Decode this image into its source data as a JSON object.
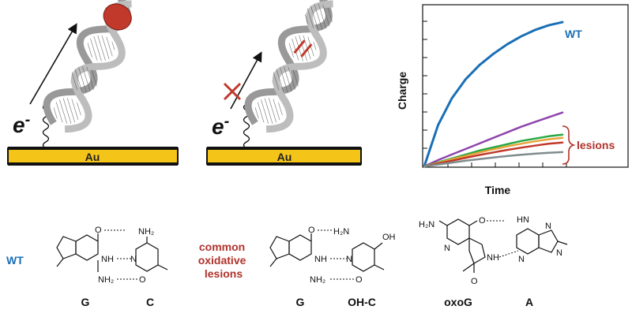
{
  "panels": {
    "left": {
      "electron": "e",
      "electron_sup": "-",
      "electrode": "Au"
    },
    "middle": {
      "electron": "e",
      "electron_sup": "-",
      "electrode": "Au"
    }
  },
  "chart_data": {
    "type": "line",
    "xlabel": "Time",
    "ylabel": "Charge",
    "x": [
      0,
      0.1,
      0.2,
      0.3,
      0.4,
      0.5,
      0.6,
      0.7,
      0.8,
      0.9,
      1.0
    ],
    "ylim": [
      0,
      1
    ],
    "series": [
      {
        "name": "WT",
        "color": "#1a6fb5",
        "values": [
          0,
          0.26,
          0.43,
          0.55,
          0.64,
          0.71,
          0.77,
          0.82,
          0.86,
          0.89,
          0.91
        ]
      },
      {
        "color": "#8e44ad",
        "values": [
          0,
          0.04,
          0.075,
          0.11,
          0.145,
          0.18,
          0.215,
          0.25,
          0.28,
          0.31,
          0.34
        ]
      },
      {
        "color": "#27a844",
        "values": [
          0,
          0.025,
          0.05,
          0.075,
          0.1,
          0.12,
          0.14,
          0.16,
          0.175,
          0.19,
          0.2
        ]
      },
      {
        "color": "#e8a33a",
        "values": [
          0,
          0.022,
          0.045,
          0.066,
          0.088,
          0.108,
          0.126,
          0.143,
          0.158,
          0.171,
          0.18
        ]
      },
      {
        "color": "#c0392b",
        "values": [
          0,
          0.018,
          0.036,
          0.054,
          0.072,
          0.088,
          0.104,
          0.118,
          0.131,
          0.143,
          0.15
        ]
      },
      {
        "color": "#7f8c8d",
        "values": [
          0,
          0.012,
          0.024,
          0.036,
          0.046,
          0.056,
          0.065,
          0.073,
          0.08,
          0.086,
          0.09
        ]
      }
    ],
    "annotations": {
      "wt": "WT",
      "lesions": "lesions"
    },
    "colors": {
      "wt": "#1a6fb5",
      "lesions": "#b0322b"
    }
  },
  "bottom": {
    "wt_label": "WT",
    "lesions_label": [
      "common",
      "oxidative",
      "lesions"
    ],
    "pair1": {
      "left_base": "G",
      "right_base": "C",
      "atoms": {
        "o": "O",
        "nh2_top": "NH₂",
        "nh": "NH",
        "n": "N",
        "nh2_bottom": "NH₂",
        "o_bottom": "O"
      }
    },
    "pair2": {
      "left_base": "G",
      "right_base": "OH-C",
      "atoms": {
        "o": "O",
        "h2n": "H₂N",
        "oh": "OH",
        "nh": "NH",
        "n": "N",
        "nh2": "NH₂",
        "o_bottom": "O"
      }
    },
    "pair3": {
      "left_base": "oxoG",
      "right_base": "A",
      "atoms": {
        "h2n": "H₂N",
        "o": "O",
        "hn": "HN",
        "n1": "N",
        "nh": "NH",
        "n2": "N",
        "n3": "N",
        "n4": "N",
        "o2": "O"
      }
    }
  }
}
